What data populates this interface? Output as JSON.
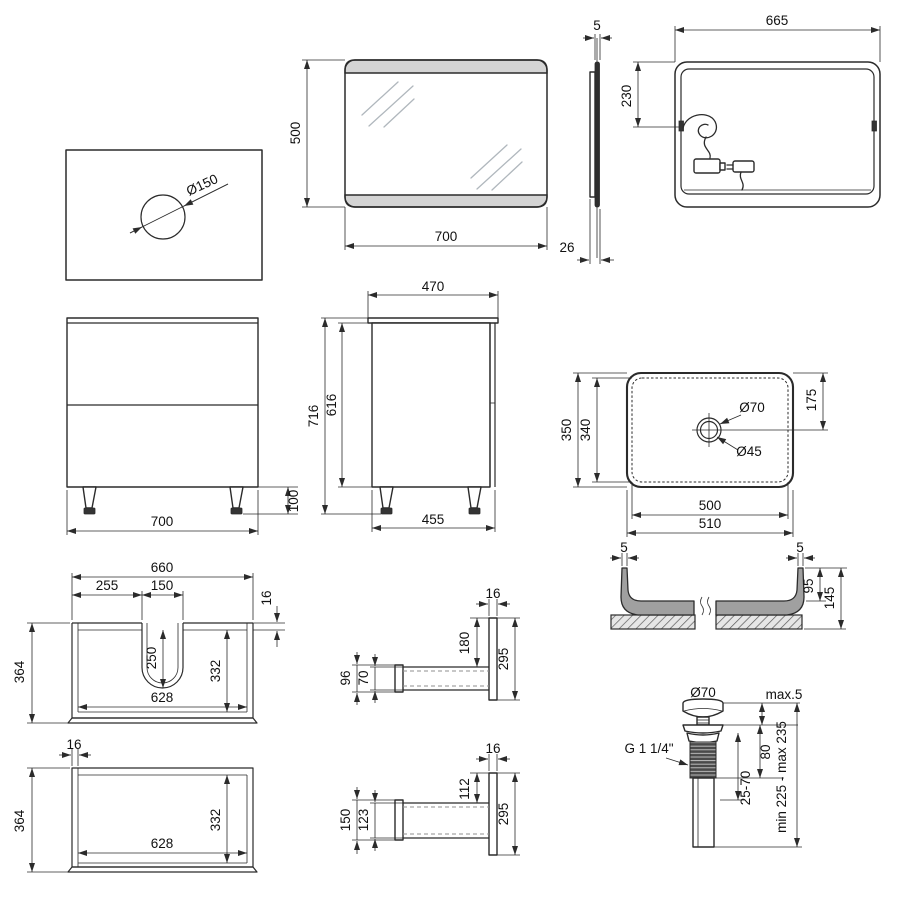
{
  "v_panel": {
    "d150": "Ø150"
  },
  "v_mirror_front": {
    "h500": "500",
    "w700": "700"
  },
  "v_mirror_side": {
    "t5": "5",
    "d26": "26"
  },
  "v_mirror_back": {
    "w665": "665",
    "h230": "230"
  },
  "v_cab_front": {
    "w700": "700",
    "leg100": "100"
  },
  "v_cab_side": {
    "d470": "470",
    "h716": "716",
    "h616": "616",
    "d455": "455"
  },
  "v_sink_top": {
    "d350": "350",
    "d340": "340",
    "w500": "500",
    "w510": "510",
    "o175": "175",
    "dia70": "Ø70",
    "dia45": "Ø45"
  },
  "v_sink_sec": {
    "t5l": "5",
    "t5r": "5",
    "d95": "95",
    "h145": "145"
  },
  "v_shelf1": {
    "w660": "660",
    "l255": "255",
    "c150": "150",
    "t16": "16",
    "d364": "364",
    "c250": "250",
    "d332": "332",
    "w628": "628"
  },
  "v_shelf2": {
    "t16": "16",
    "d364": "364",
    "d332": "332",
    "w628": "628"
  },
  "v_br1": {
    "t16": "16",
    "o180": "180",
    "h295": "295",
    "r96": "96",
    "r70": "70"
  },
  "v_br2": {
    "t16": "16",
    "o112": "112",
    "h295": "295",
    "r150": "150",
    "r123": "123"
  },
  "v_drain": {
    "dia70": "Ø70",
    "max5": "max.5",
    "thread": "G 1 1/4\"",
    "l80": "80",
    "r2570": "25-70",
    "minmax": "min 225 - max 235"
  },
  "colors": {
    "line": "#2b2b2b",
    "band": "#d4d4d4",
    "sink_fill": "#a0a0a0"
  }
}
